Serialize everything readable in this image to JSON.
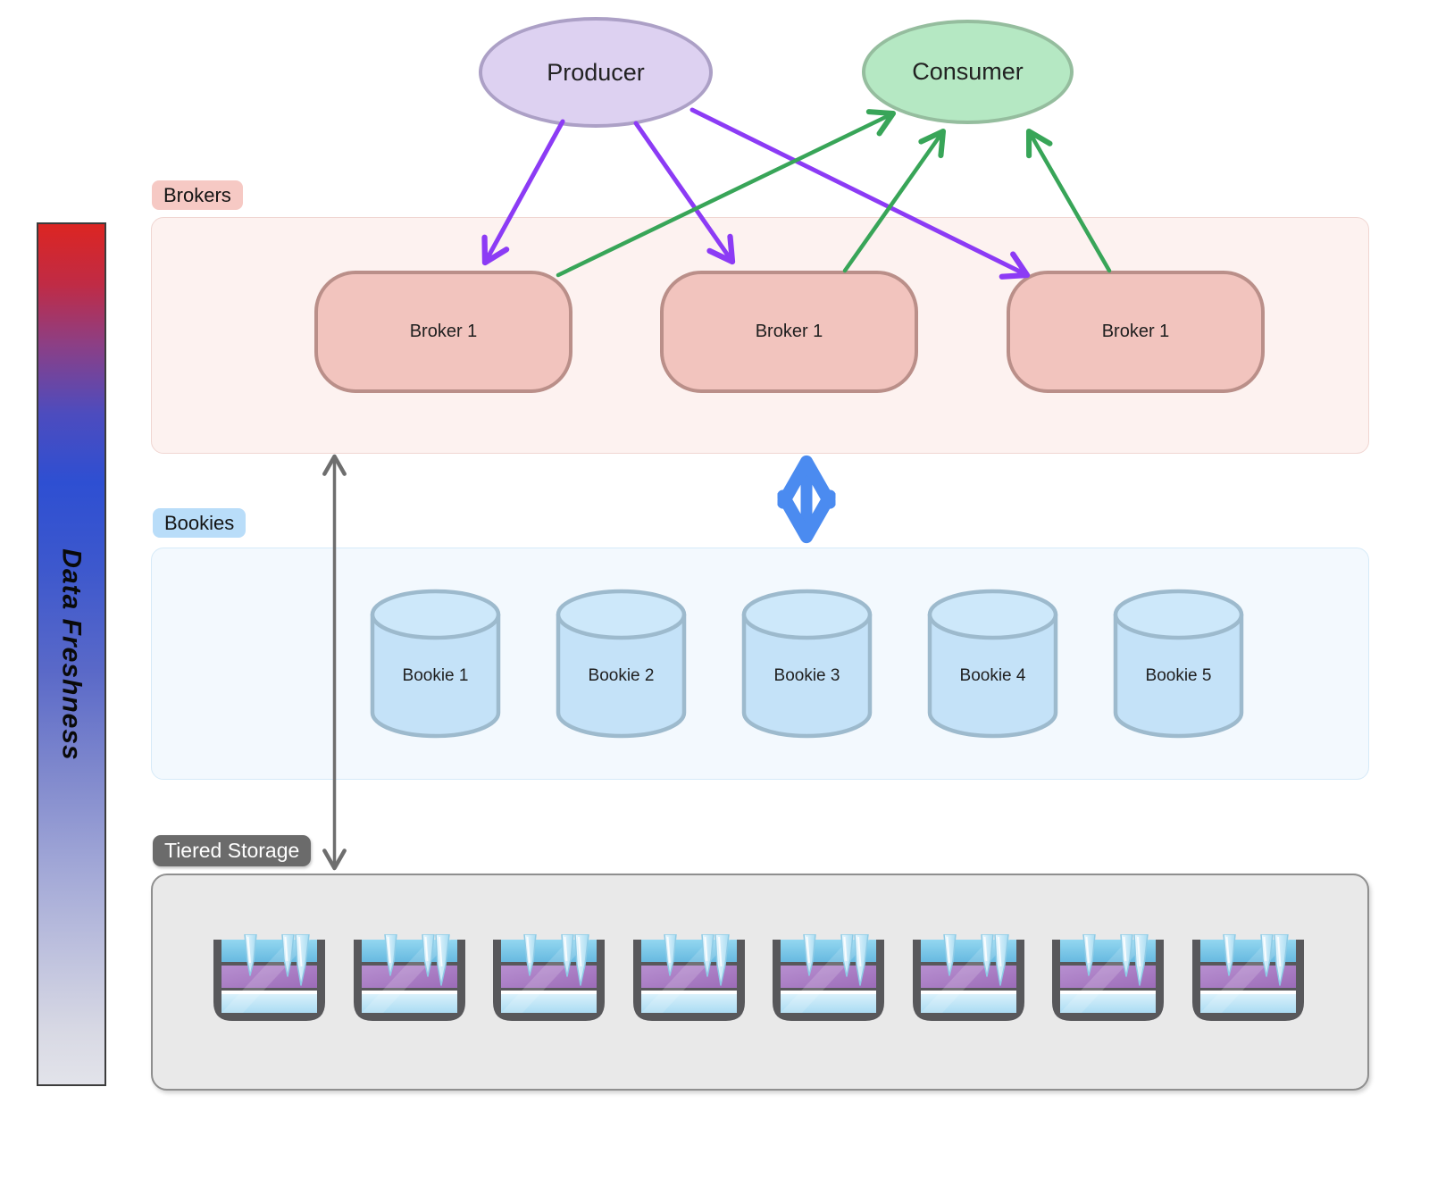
{
  "diagram": {
    "producer": {
      "label": "Producer"
    },
    "consumer": {
      "label": "Consumer"
    },
    "freshness_axis": {
      "label": "Data Freshness"
    },
    "brokers": {
      "badge": "Brokers",
      "nodes": [
        {
          "label": "Broker 1"
        },
        {
          "label": "Broker 1"
        },
        {
          "label": "Broker 1"
        }
      ]
    },
    "bookies": {
      "badge": "Bookies",
      "nodes": [
        {
          "label": "Bookie 1"
        },
        {
          "label": "Bookie 2"
        },
        {
          "label": "Bookie 3"
        },
        {
          "label": "Bookie 4"
        },
        {
          "label": "Bookie 5"
        }
      ]
    },
    "tiered_storage": {
      "badge": "Tiered Storage",
      "freezer_count": 8
    },
    "icons": {
      "bookie": "database-cylinder-icon",
      "tiered_storage": "freezer-icon",
      "broker_bookie_link": "blue-double-arrow-icon",
      "broker_tiered_link": "gray-double-arrow-icon"
    },
    "colors": {
      "producer_fill": "#ddd1f1",
      "producer_stroke": "#aca0c6",
      "consumer_fill": "#b5e8c3",
      "consumer_stroke": "#95bd9e",
      "broker_fill": "#f2c4be",
      "broker_stroke": "#ba8f89",
      "brokers_panel": "#fdf2f0",
      "brokers_badge": "#f6c9c4",
      "bookie_fill": "#c4e2f8",
      "bookie_stroke": "#9dbacd",
      "bookies_panel": "#f3f9fe",
      "bookies_badge": "#b9ddf9",
      "tiered_panel": "#e9e9e9",
      "tiered_badge": "#6b6b6b",
      "produce_arrow": "#8c3bf5",
      "consume_arrow": "#38a558",
      "replication_arrow": "#4b8bf0",
      "offload_arrow": "#6e6e6e",
      "freshness_top": "#dc2522",
      "freshness_mid": "#2e4fd2",
      "freshness_bottom": "#e2e3ea"
    }
  }
}
